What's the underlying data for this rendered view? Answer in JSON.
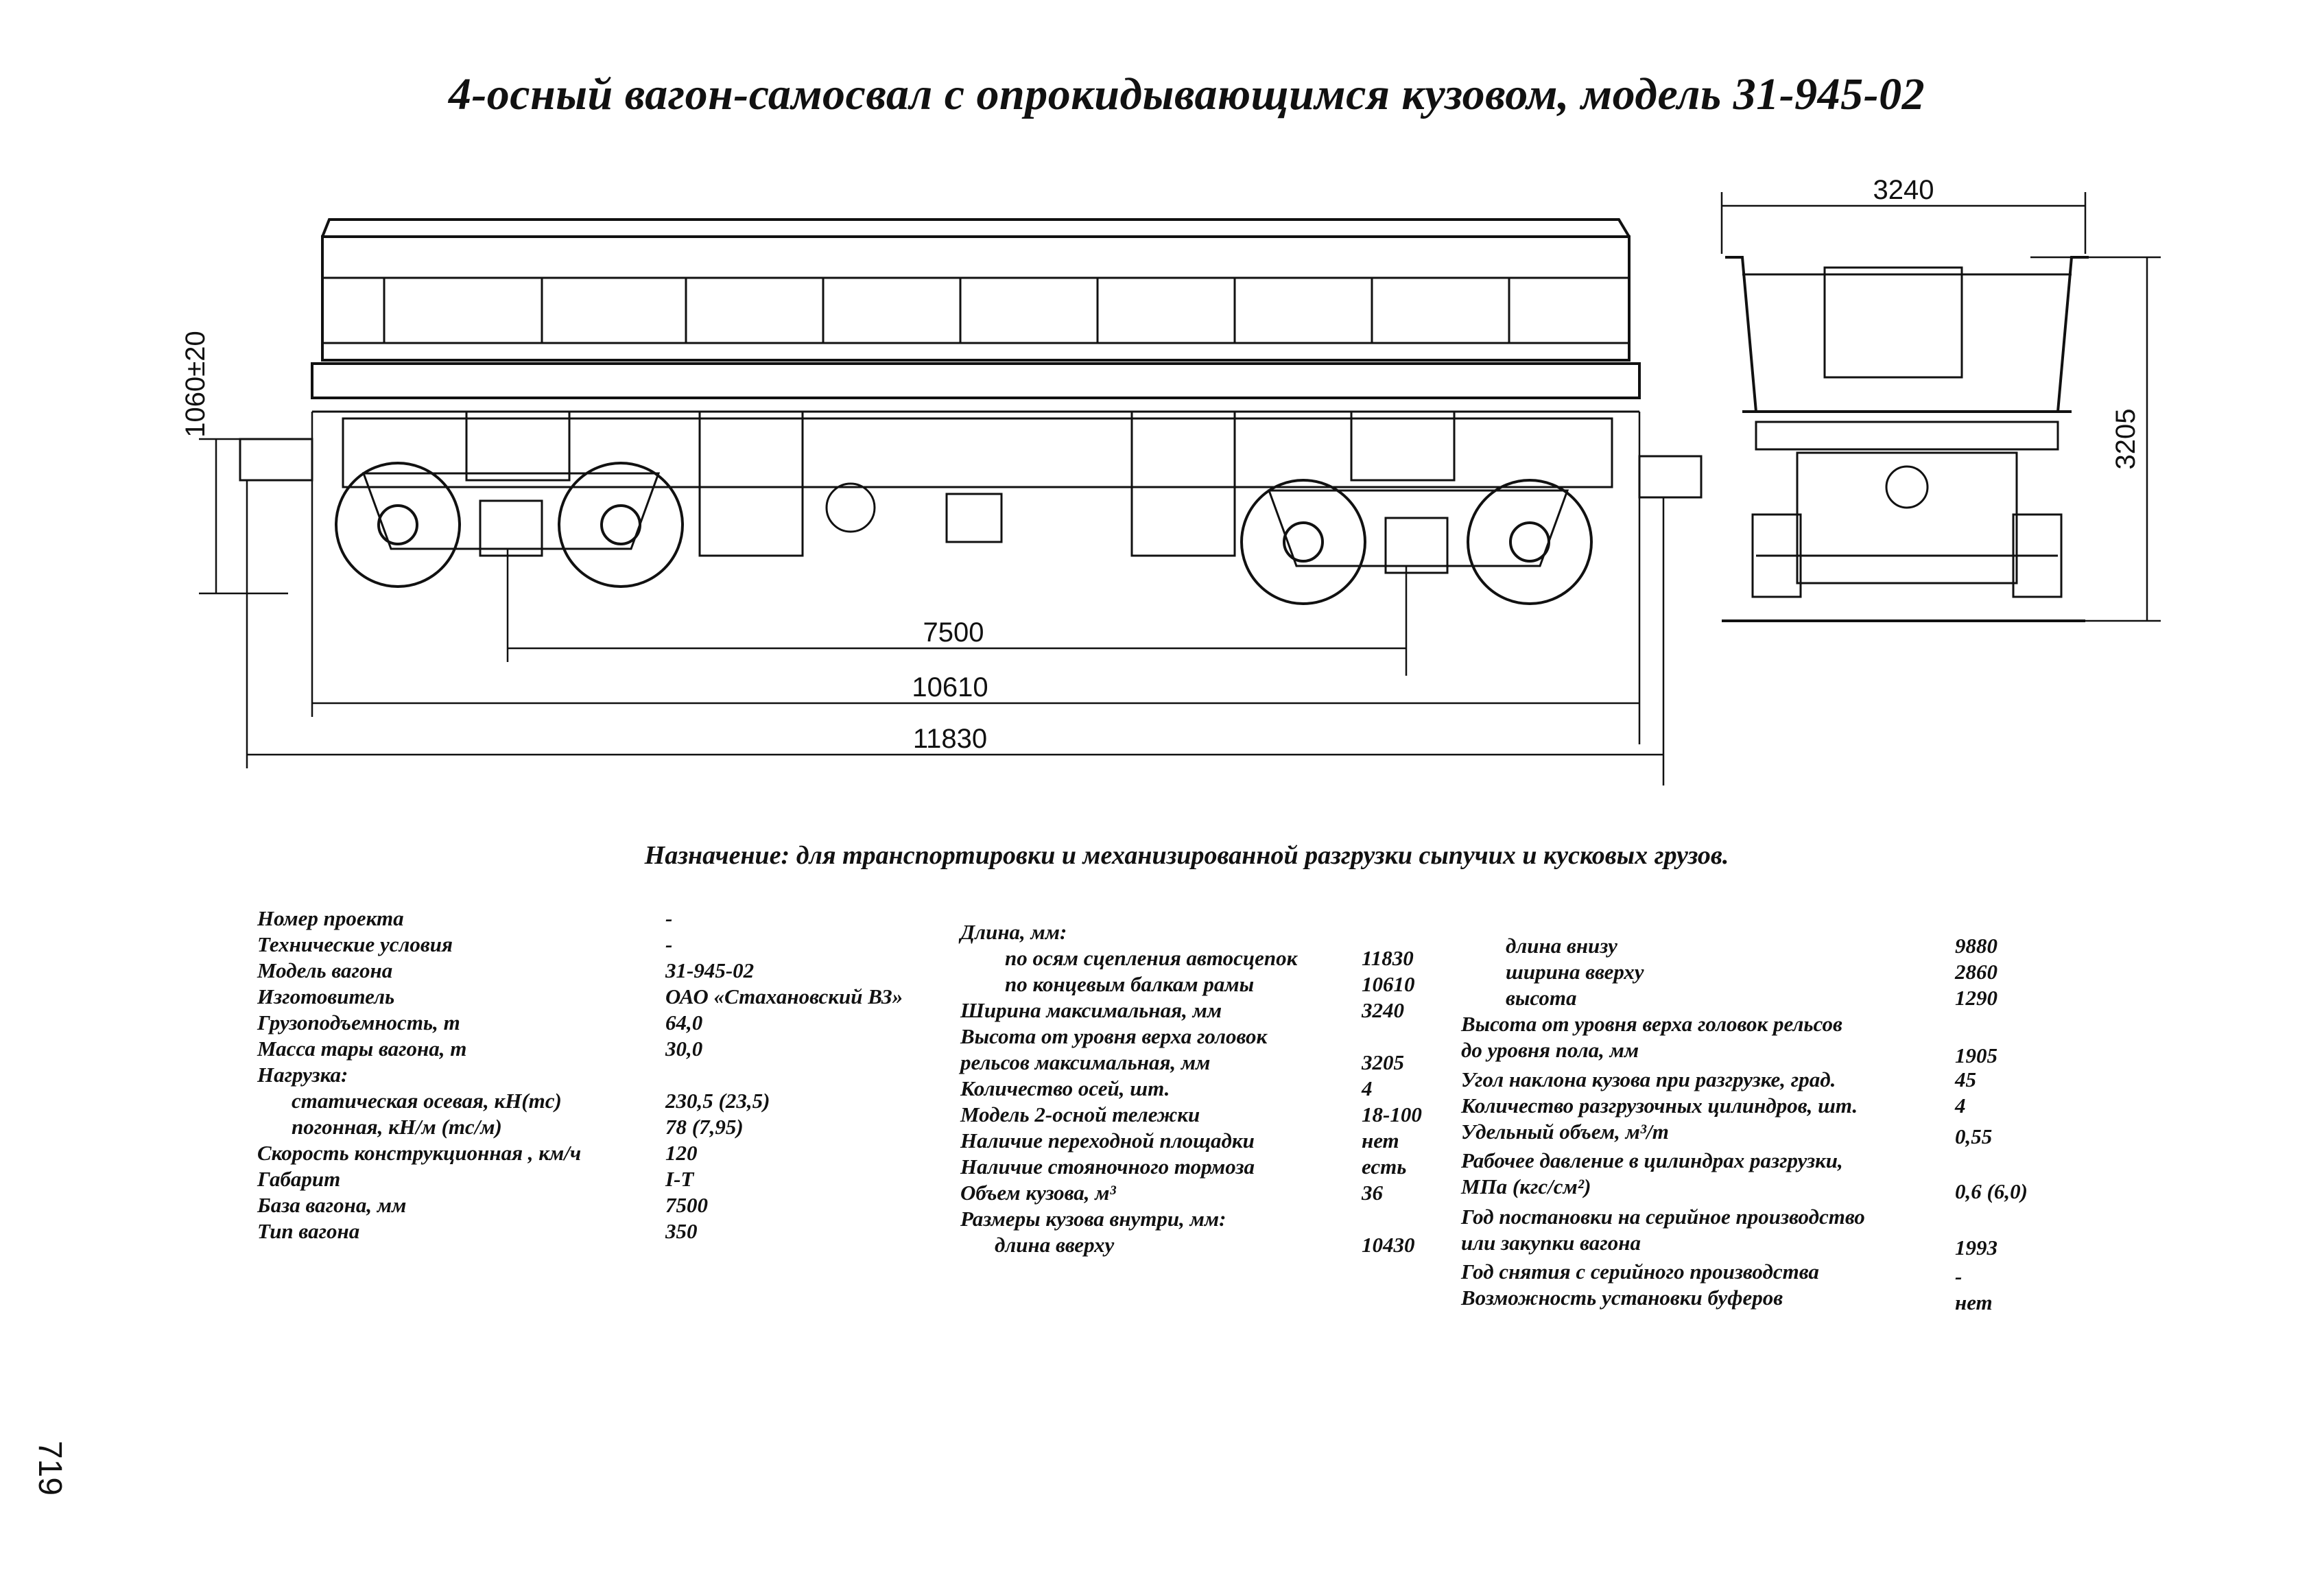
{
  "title": "4-осный вагон-самосвал с опрокидывающимся кузовом, модель 31-945-02",
  "purpose": "Назначение: для транспортировки и механизированной разгрузки сыпучих и кусковых грузов.",
  "dimensions": {
    "height_deck": "1060±20",
    "base": "7500",
    "frame_length": "10610",
    "coupler_length": "11830",
    "width": "3240",
    "height": "3205"
  },
  "specs_col1": [
    {
      "label": "Номер проекта",
      "value": "-"
    },
    {
      "label": "Технические условия",
      "value": "-"
    },
    {
      "label": "Модель вагона",
      "value": "31-945-02"
    },
    {
      "label": "Изготовитель",
      "value": "ОАО «Стахановский ВЗ»"
    },
    {
      "label": "Грузоподъемность, т",
      "value": "64,0"
    },
    {
      "label": "Масса тары вагона, т",
      "value": "30,0"
    },
    {
      "label": "Нагрузка:",
      "value": ""
    },
    {
      "label": "статическая осевая, кН(тс)",
      "value": "230,5 (23,5)"
    },
    {
      "label": "погонная, кН/м (тс/м)",
      "value": "78 (7,95)"
    },
    {
      "label": "Скорость конструкционная , км/ч",
      "value": "120"
    },
    {
      "label": "Габарит",
      "value": "I-T"
    },
    {
      "label": "База вагона, мм",
      "value": "7500"
    },
    {
      "label": "Тип вагона",
      "value": "350"
    }
  ],
  "specs_col2": [
    {
      "label": "Длина, мм:",
      "value": ""
    },
    {
      "label": "по осям сцепления автосцепок",
      "value": "11830"
    },
    {
      "label": "по концевым балкам рамы",
      "value": "10610"
    },
    {
      "label": "Ширина максимальная, мм",
      "value": "3240"
    },
    {
      "label": "Высота от уровня верха головок",
      "value": ""
    },
    {
      "label": "рельсов максимальная, мм",
      "value": "3205"
    },
    {
      "label": "Количество осей, шт.",
      "value": "4"
    },
    {
      "label": "Модель 2-осной тележки",
      "value": "18-100"
    },
    {
      "label": "Наличие переходной площадки",
      "value": "нет"
    },
    {
      "label": "Наличие стояночного тормоза",
      "value": "есть"
    },
    {
      "label": "Объем кузова, м³",
      "value": "36"
    },
    {
      "label": "Размеры кузова внутри, мм:",
      "value": ""
    },
    {
      "label": "длина вверху",
      "value": "10430"
    }
  ],
  "specs_col3": [
    {
      "label": "длина внизу",
      "value": "9880"
    },
    {
      "label": "ширина вверху",
      "value": "2860"
    },
    {
      "label": "высота",
      "value": "1290"
    },
    {
      "label": "Высота от уровня верха головок рельсов",
      "value": ""
    },
    {
      "label": "до уровня пола, мм",
      "value": "1905"
    },
    {
      "label": "Угол наклона кузова при разгрузке, град.",
      "value": "45"
    },
    {
      "label": "Количество разгрузочных цилиндров, шт.",
      "value": "4"
    },
    {
      "label": "Удельный объем, м³/т",
      "value": "0,55"
    },
    {
      "label": "Рабочее давление в цилиндрах разгрузки,",
      "value": ""
    },
    {
      "label": "МПа (кгс/см²)",
      "value": "0,6 (6,0)"
    },
    {
      "label": "Год постановки на серийное производство",
      "value": ""
    },
    {
      "label": "или закупки вагона",
      "value": "1993"
    },
    {
      "label": "Год снятия с серийного производства",
      "value": "-"
    },
    {
      "label": "Возможность установки буферов",
      "value": "нет"
    }
  ],
  "page_number": "719"
}
